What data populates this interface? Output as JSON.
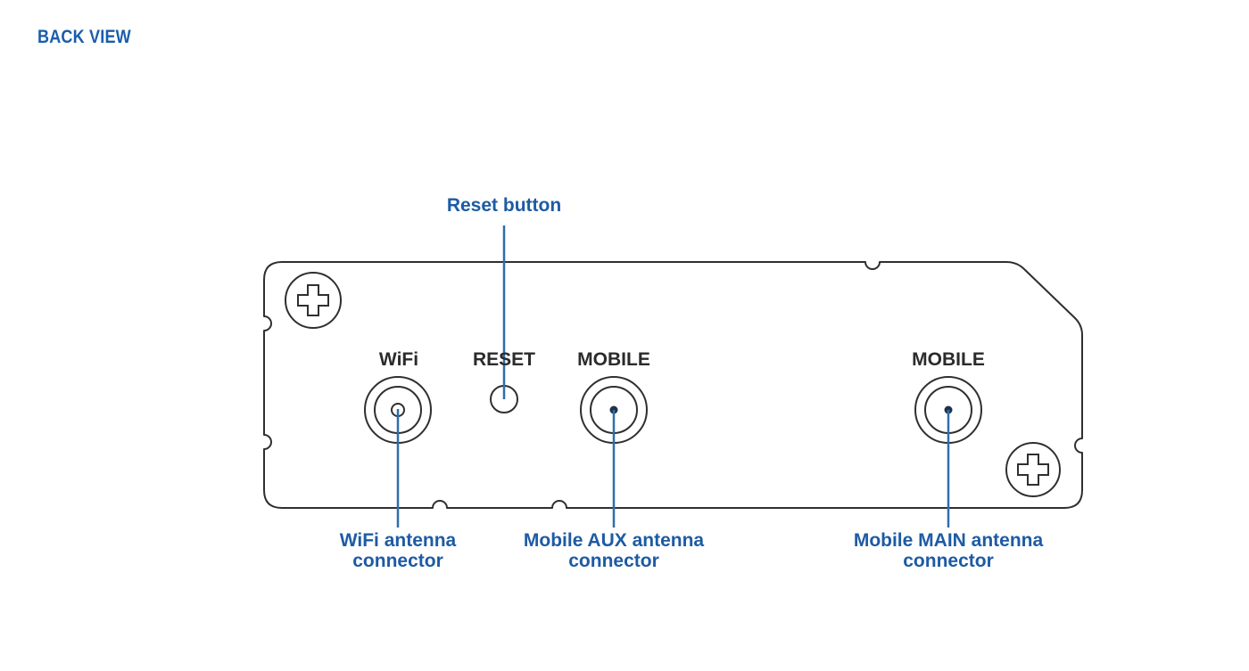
{
  "page": {
    "title": "BACK VIEW"
  },
  "panel_labels": {
    "wifi": "WiFi",
    "reset": "RESET",
    "mobile_aux": "MOBILE",
    "mobile_main": "MOBILE"
  },
  "callouts": {
    "reset": {
      "text": "Reset button"
    },
    "wifi": {
      "line1": "WiFi antenna",
      "line2": "connector"
    },
    "mobile_aux": {
      "line1": "Mobile AUX antenna",
      "line2": "connector"
    },
    "mobile_main": {
      "line1": "Mobile MAIN antenna",
      "line2": "connector"
    }
  },
  "colors": {
    "title_blue": "#1a5dab",
    "callout_text_blue": "#1d5ba4",
    "leader_line_blue": "#2d6fad",
    "panel_outline": "#2f2f2f",
    "panel_text": "#2b2b2b",
    "connector_pin_dot": "#1f3347",
    "background": "#ffffff"
  }
}
